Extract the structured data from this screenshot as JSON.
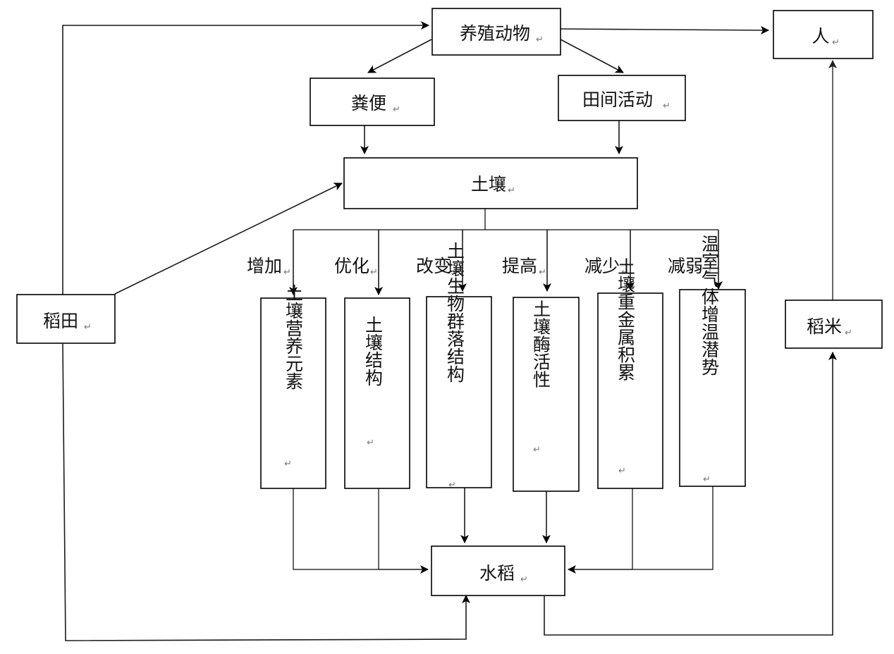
{
  "nodes": {
    "animals": {
      "label": "养殖动物",
      "mark": "↵"
    },
    "human": {
      "label": "人",
      "mark": "↵"
    },
    "manure": {
      "label": "粪便",
      "mark": "↵"
    },
    "field_activity": {
      "label": "田间活动",
      "mark": "↵"
    },
    "soil": {
      "label": "土壤",
      "mark": "↵"
    },
    "paddy_field": {
      "label": "稻田",
      "mark": "↵"
    },
    "rice_grain": {
      "label": "稻米",
      "mark": "↵"
    },
    "rice_plant": {
      "label": "水稻",
      "mark": "↵"
    }
  },
  "effects": [
    {
      "verb": "增加",
      "verb_mark": "↵",
      "target": "土壤营养元素",
      "target_mark": "↵"
    },
    {
      "verb": "优化",
      "verb_mark": "↵",
      "target": "土壤结构",
      "target_mark": "↵"
    },
    {
      "verb": "改变",
      "verb_mark": "↵",
      "target": "土壤生物群落结构",
      "target_mark": "↵"
    },
    {
      "verb": "提高",
      "verb_mark": "↵",
      "target": "土壤酶活性",
      "target_mark": "↵"
    },
    {
      "verb": "减少",
      "verb_mark": "↵",
      "target": "土壤重金属积累",
      "target_mark": "↵"
    },
    {
      "verb": "减弱",
      "verb_mark": "↵",
      "target": "温室气体增温潜势",
      "target_mark": "↵"
    }
  ]
}
